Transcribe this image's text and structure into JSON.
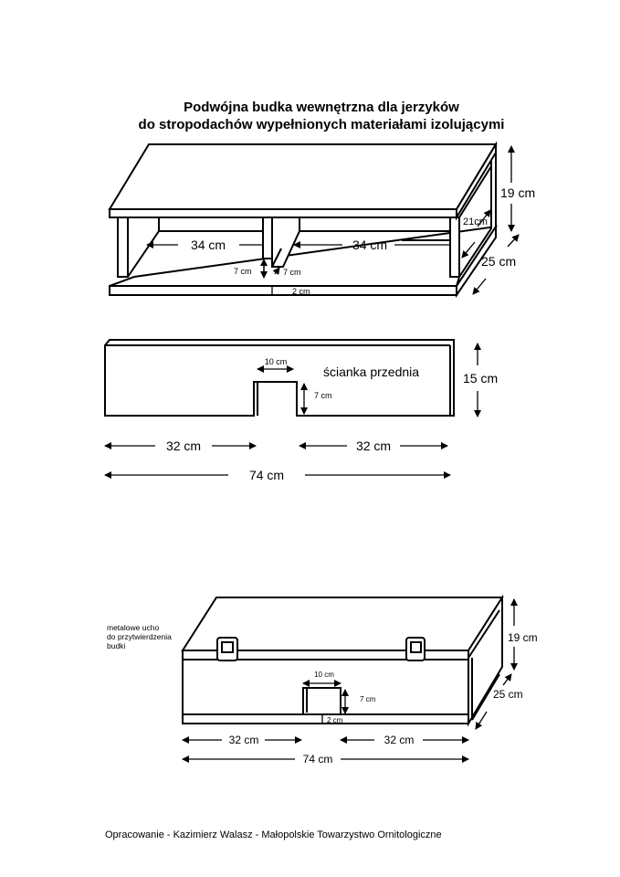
{
  "title": {
    "line1": "Podwójna budka wewnętrzna dla jerzyków",
    "line2": "do stropodachów wypełnionych materiałami izolującymi"
  },
  "drawing1": {
    "left_chamber": "34 cm",
    "right_chamber": "34 cm",
    "height": "19 cm",
    "inner_depth": "21cm",
    "depth": "25 cm",
    "divider_gap_left": "7 cm",
    "divider_gap_right": "7 cm",
    "floor_thickness": "2 cm"
  },
  "drawing2": {
    "label": "ścianka przednia",
    "hole_width": "10 cm",
    "hole_height": "7 cm",
    "height": "15 cm",
    "left_segment": "32 cm",
    "right_segment": "32 cm",
    "total_length": "74 cm"
  },
  "drawing3": {
    "note_line1": "metalowe ucho",
    "note_line2": "do przytwierdzenia",
    "note_line3": "budki",
    "hole_width": "10 cm",
    "hole_height": "7 cm",
    "floor_thickness": "2 cm",
    "height": "19 cm",
    "depth": "25 cm",
    "left_segment": "32 cm",
    "right_segment": "32 cm",
    "total_length": "74 cm"
  },
  "footer": "Opracowanie - Kazimierz Walasz - Małopolskie Towarzystwo Ornitologiczne"
}
